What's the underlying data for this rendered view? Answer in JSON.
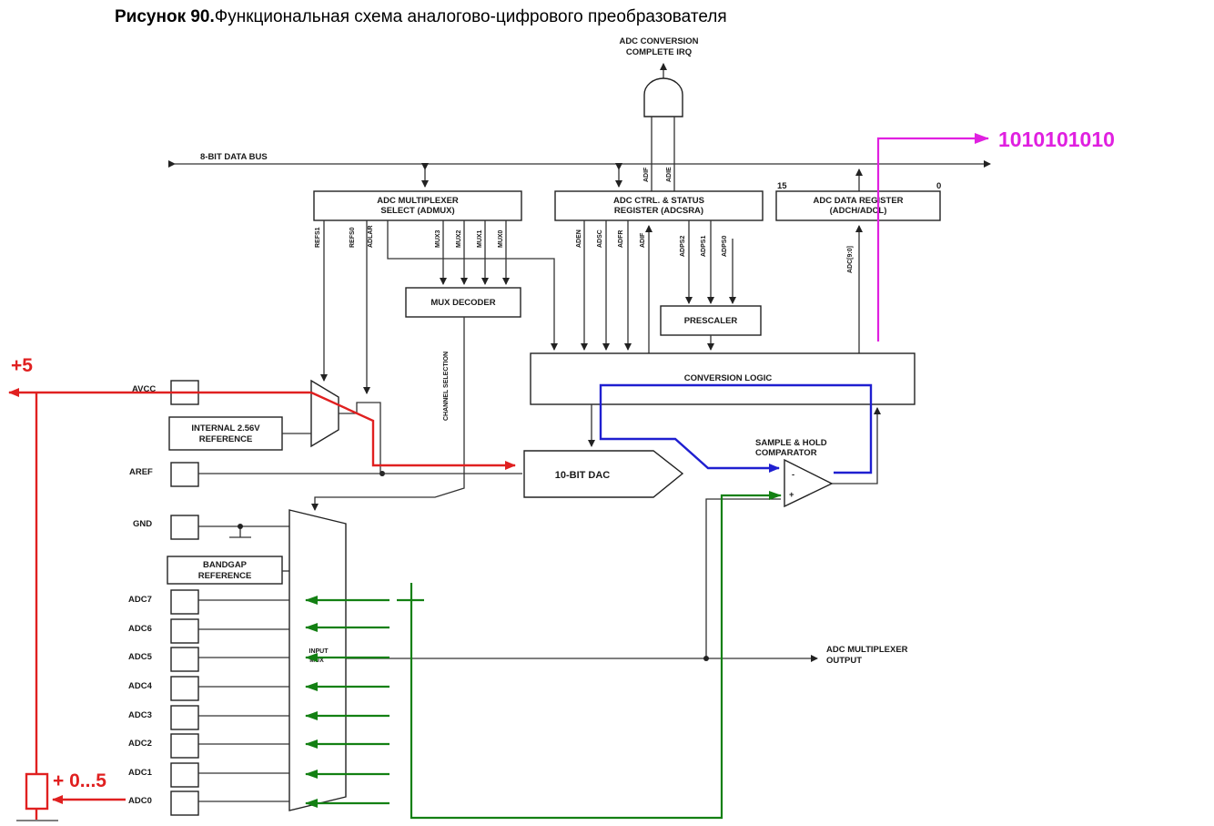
{
  "title": {
    "bold": "Рисунок 90.",
    "rest": "Функциональная схема аналогово-цифрового преобразователя"
  },
  "irq": {
    "line1": "ADC CONVERSION",
    "line2": "COMPLETE IRQ"
  },
  "bus_label": "8-BIT DATA BUS",
  "admux": {
    "line1": "ADC MULTIPLEXER",
    "line2": "SELECT (ADMUX)",
    "bits": [
      "REFS1",
      "REFS0",
      "ADLAR",
      "MUX3",
      "MUX2",
      "MUX1",
      "MUX0"
    ]
  },
  "adcsra": {
    "line1": "ADC CTRL. & STATUS",
    "line2": "REGISTER (ADCSRA)",
    "bits": [
      "ADEN",
      "ADSC",
      "ADFR",
      "ADIF",
      "ADPS2",
      "ADPS1",
      "ADPS0"
    ],
    "irq_bits": [
      "ADIF",
      "ADIE"
    ]
  },
  "data_register": {
    "line1": "ADC DATA REGISTER",
    "line2": "(ADCH/ADCL)",
    "msb": "15",
    "lsb": "0",
    "out": "ADC[9:0]"
  },
  "mux_decoder": "MUX DECODER",
  "prescaler": "PRESCALER",
  "conversion_logic": "CONVERSION LOGIC",
  "channel_selection": "CHANNEL SELECTION",
  "dac": "10-BIT DAC",
  "comparator": {
    "line1": "SAMPLE & HOLD",
    "line2": "COMPARATOR",
    "minus": "-",
    "plus": "+"
  },
  "internal_ref": {
    "line1": "INTERNAL 2.56V",
    "line2": "REFERENCE"
  },
  "bandgap": {
    "line1": "BANDGAP",
    "line2": "REFERENCE"
  },
  "input_mux": {
    "line1": "INPUT",
    "line2": "MUX"
  },
  "mux_output": {
    "line1": "ADC MULTIPLEXER",
    "line2": "OUTPUT"
  },
  "pins": {
    "avcc": "AVCC",
    "aref": "AREF",
    "gnd": "GND",
    "adc": [
      "ADC7",
      "ADC6",
      "ADC5",
      "ADC4",
      "ADC3",
      "ADC2",
      "ADC1",
      "ADC0"
    ]
  },
  "annotations": {
    "plus5": "+5",
    "range": "+ 0...5",
    "result": "1010101010"
  },
  "colors": {
    "supply": "#e02020",
    "input": "#138013",
    "feedback": "#1f1fd0",
    "result": "#e020e0"
  }
}
